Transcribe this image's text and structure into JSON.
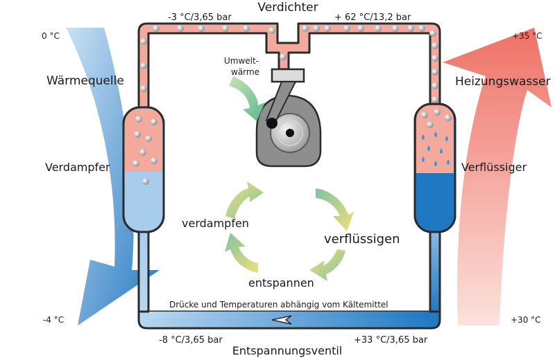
{
  "title": "Verdichter",
  "labels": {
    "umweltwaerme_1": "Umwelt-",
    "umweltwaerme_2": "wärme",
    "waermequelle": "Wärmequelle",
    "verdampfer": "Verdampfer",
    "heizungswasser": "Heizungswasser",
    "verfluessiger": "Verflüssiger",
    "verdampfen": "verdampfen",
    "verfluessigen": "verflüssigen",
    "entspannen": "entspannen",
    "note": "Drücke und Temperaturen abhängig vom Kältemittel",
    "entspannungsventil": "Entspannungsventil"
  },
  "readings": {
    "top_left": "-3 °C/3,65 bar",
    "top_right": "+ 62 °C/13,2 bar",
    "bottom_left": "-8 °C/3,65 bar",
    "bottom_right": "+33 °C/3,65 bar"
  },
  "temperatures": {
    "source_in": "0 °C",
    "source_out": "-4 °C",
    "water_out": "+35 °C",
    "water_in": "+30 °C"
  },
  "colors": {
    "hot": "#f3a99c",
    "cold": "#a8cdec",
    "liquid": "#1f78c1",
    "outline": "#2b2b2b",
    "cycle_yellow": "#f0df7a",
    "cycle_green": "#7fc3a3"
  }
}
